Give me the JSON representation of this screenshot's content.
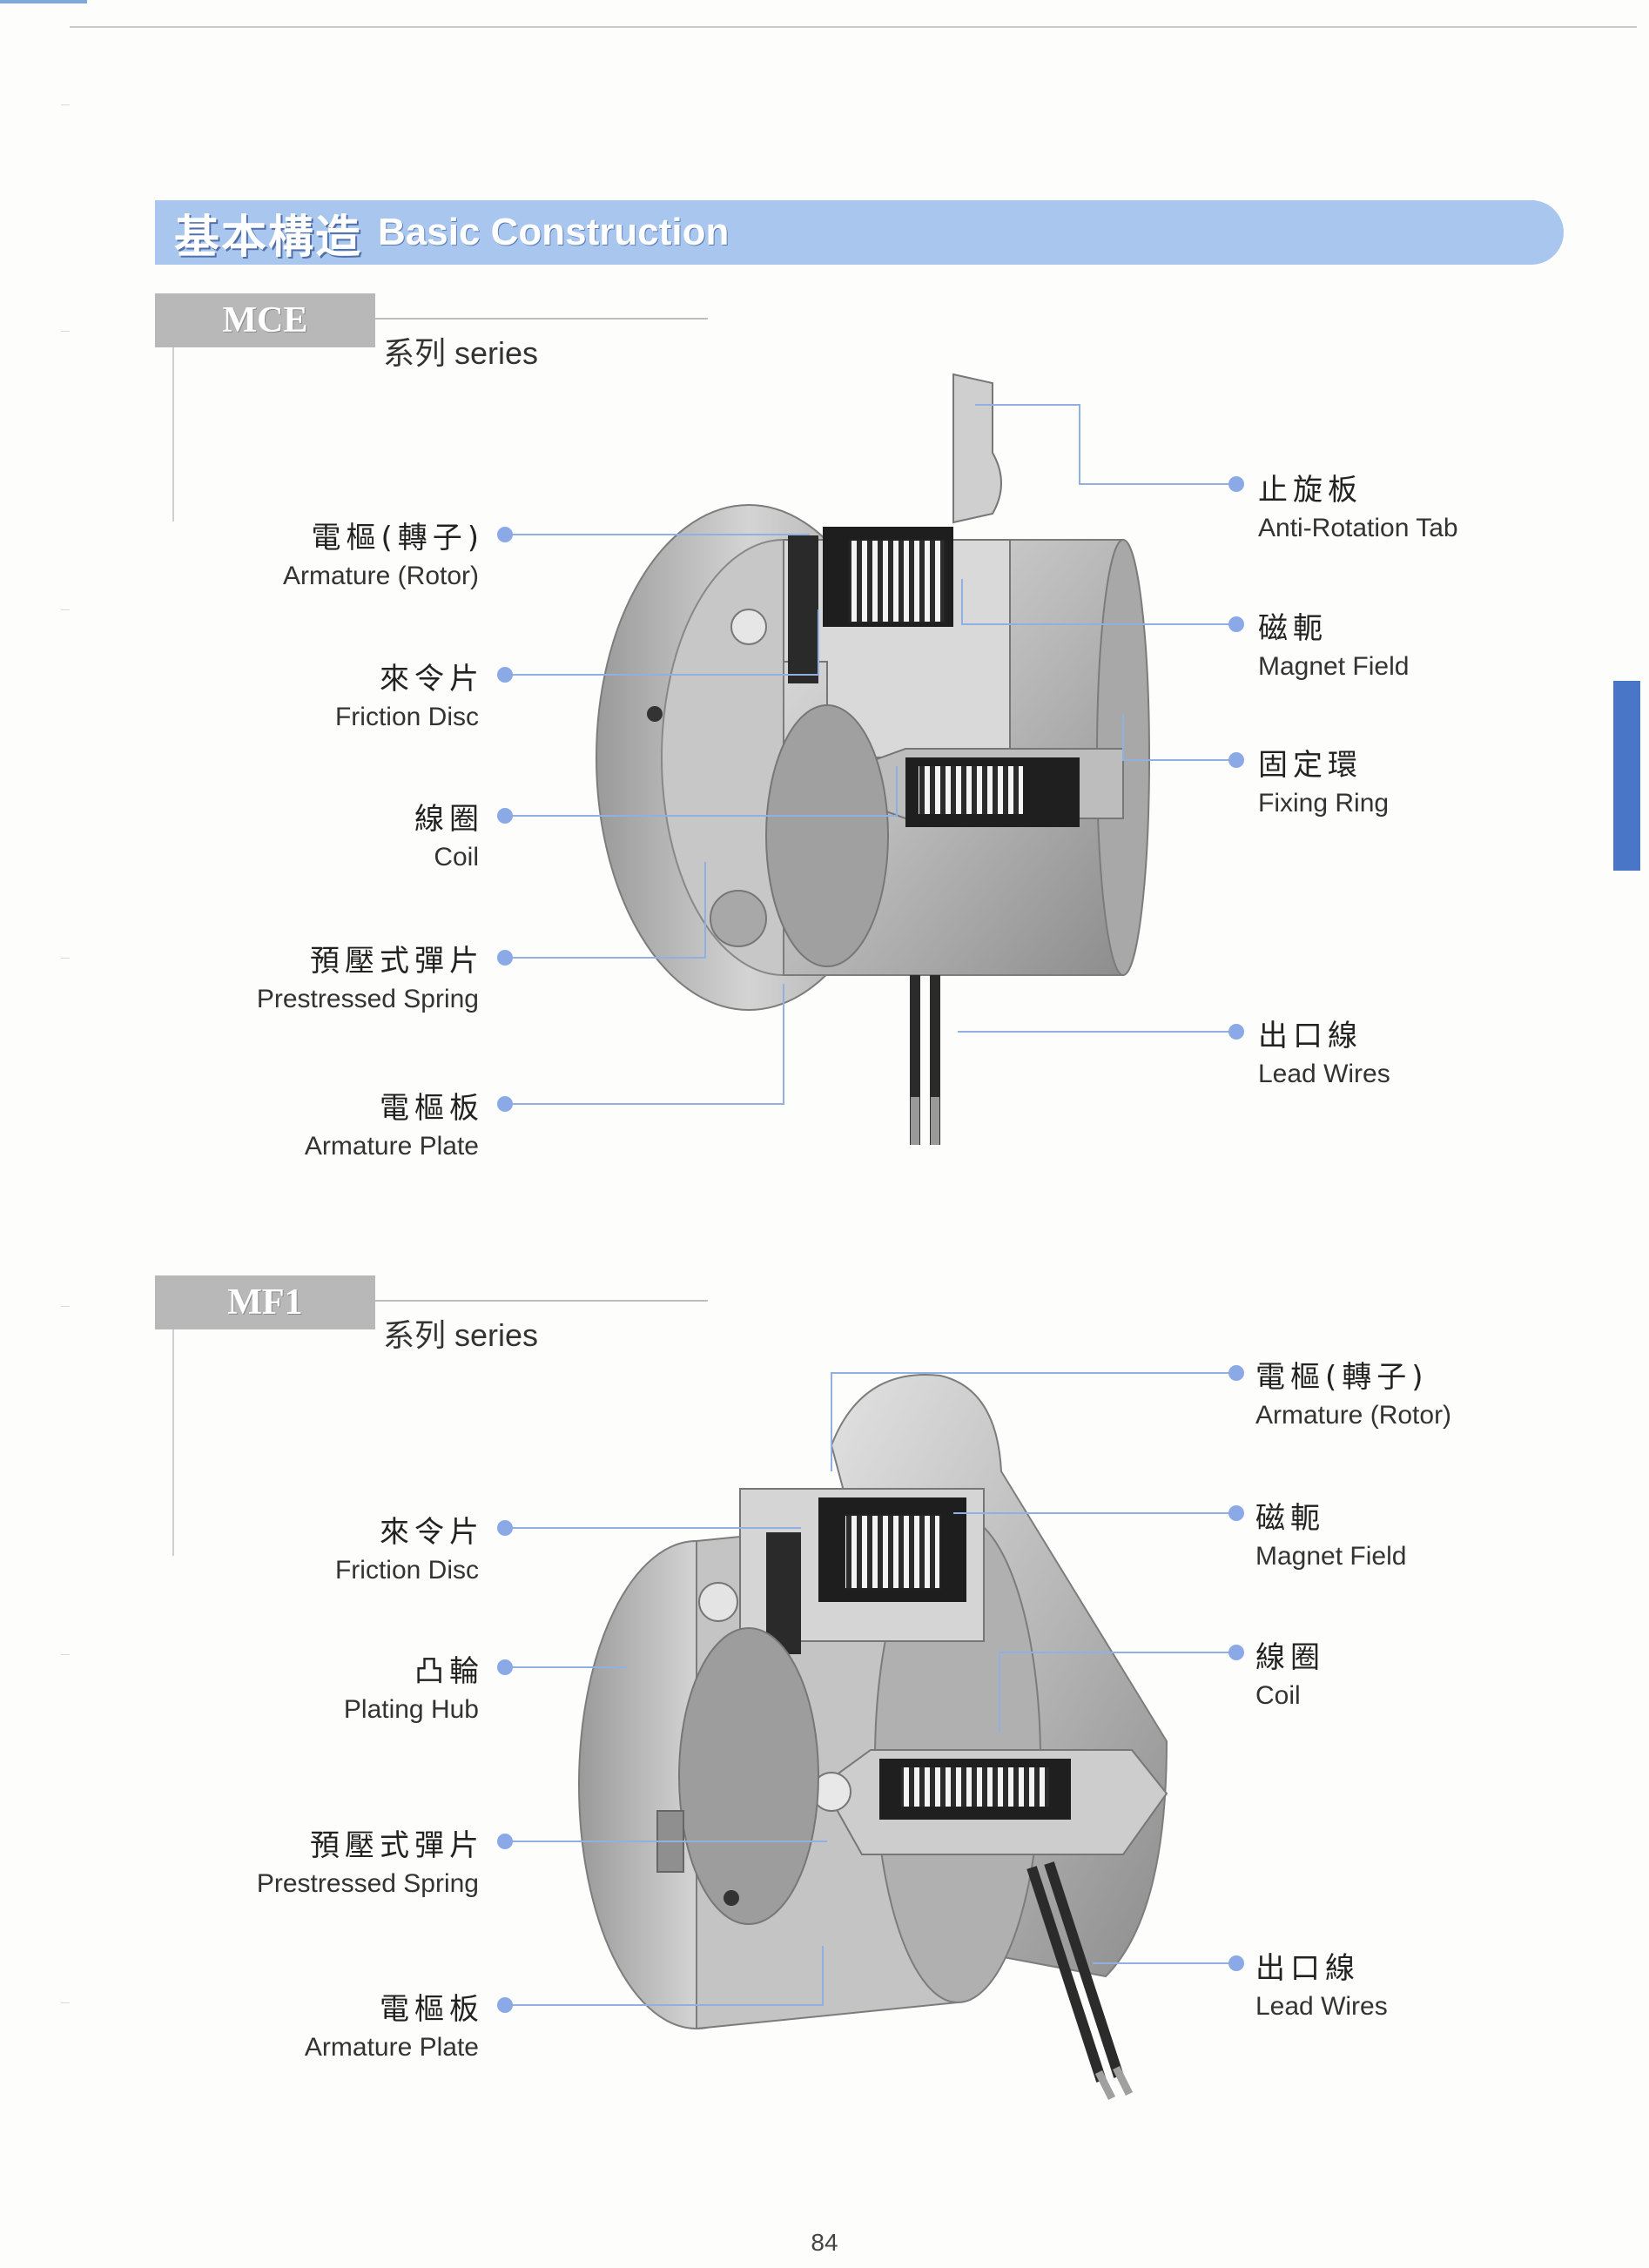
{
  "banner": {
    "zh": "基本構造",
    "en": "Basic Construction"
  },
  "sections": [
    {
      "code": "MCE",
      "suffix": "系列 series",
      "labels": {
        "armature_rotor": {
          "zh": "電樞(轉子)",
          "en": "Armature (Rotor)"
        },
        "friction_disc": {
          "zh": "來令片",
          "en": "Friction Disc"
        },
        "coil": {
          "zh": "線圈",
          "en": "Coil"
        },
        "prestressed_spring": {
          "zh": "預壓式彈片",
          "en": "Prestressed Spring"
        },
        "armature_plate": {
          "zh": "電樞板",
          "en": "Armature Plate"
        },
        "anti_rotation_tab": {
          "zh": "止旋板",
          "en": "Anti-Rotation Tab"
        },
        "magnet_field": {
          "zh": "磁軛",
          "en": "Magnet Field"
        },
        "fixing_ring": {
          "zh": "固定環",
          "en": "Fixing Ring"
        },
        "lead_wires": {
          "zh": "出口線",
          "en": "Lead Wires"
        }
      }
    },
    {
      "code": "MF1",
      "suffix": "系列 series",
      "labels": {
        "friction_disc": {
          "zh": "來令片",
          "en": "Friction Disc"
        },
        "plating_hub": {
          "zh": "凸輪",
          "en": "Plating Hub"
        },
        "prestressed_spring": {
          "zh": "預壓式彈片",
          "en": "Prestressed Spring"
        },
        "armature_plate": {
          "zh": "電樞板",
          "en": "Armature Plate"
        },
        "armature_rotor": {
          "zh": "電樞(轉子)",
          "en": "Armature (Rotor)"
        },
        "magnet_field": {
          "zh": "磁軛",
          "en": "Magnet Field"
        },
        "coil": {
          "zh": "線圈",
          "en": "Coil"
        },
        "lead_wires": {
          "zh": "出口線",
          "en": "Lead Wires"
        }
      }
    }
  ],
  "page_number": "84",
  "colors": {
    "banner": "#a9c6ee",
    "accent": "#4a76c8",
    "leader": "#8fb0e0",
    "bullet": "#8aa9e6"
  }
}
